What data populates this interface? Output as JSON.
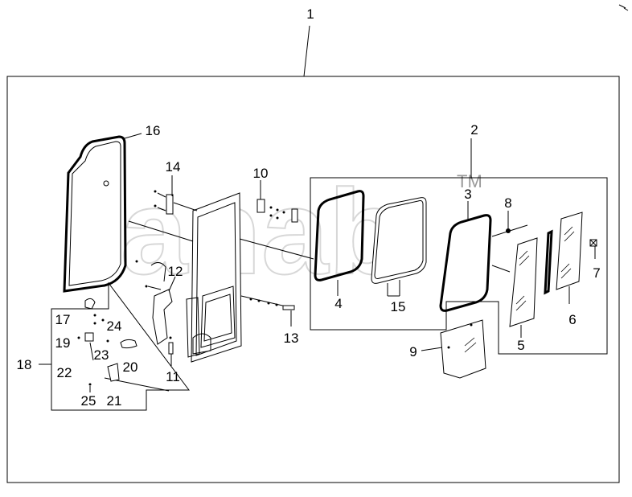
{
  "diagram": {
    "watermark": "anab",
    "trademark": "TM",
    "callouts": [
      {
        "id": "c1",
        "text": "1"
      },
      {
        "id": "c2",
        "text": "2"
      },
      {
        "id": "c3",
        "text": "3"
      },
      {
        "id": "c4",
        "text": "4"
      },
      {
        "id": "c5",
        "text": "5"
      },
      {
        "id": "c6",
        "text": "6"
      },
      {
        "id": "c7",
        "text": "7"
      },
      {
        "id": "c8",
        "text": "8"
      },
      {
        "id": "c9",
        "text": "9"
      },
      {
        "id": "c10",
        "text": "10"
      },
      {
        "id": "c11",
        "text": "11"
      },
      {
        "id": "c12",
        "text": "12"
      },
      {
        "id": "c13",
        "text": "13"
      },
      {
        "id": "c14",
        "text": "14"
      },
      {
        "id": "c15",
        "text": "15"
      },
      {
        "id": "c16",
        "text": "16"
      },
      {
        "id": "c17",
        "text": "17"
      },
      {
        "id": "c18",
        "text": "18"
      },
      {
        "id": "c19",
        "text": "19"
      },
      {
        "id": "c20",
        "text": "20"
      },
      {
        "id": "c21",
        "text": "21"
      },
      {
        "id": "c22",
        "text": "22"
      },
      {
        "id": "c23",
        "text": "23"
      },
      {
        "id": "c24",
        "text": "24"
      },
      {
        "id": "c25",
        "text": "25"
      }
    ]
  }
}
